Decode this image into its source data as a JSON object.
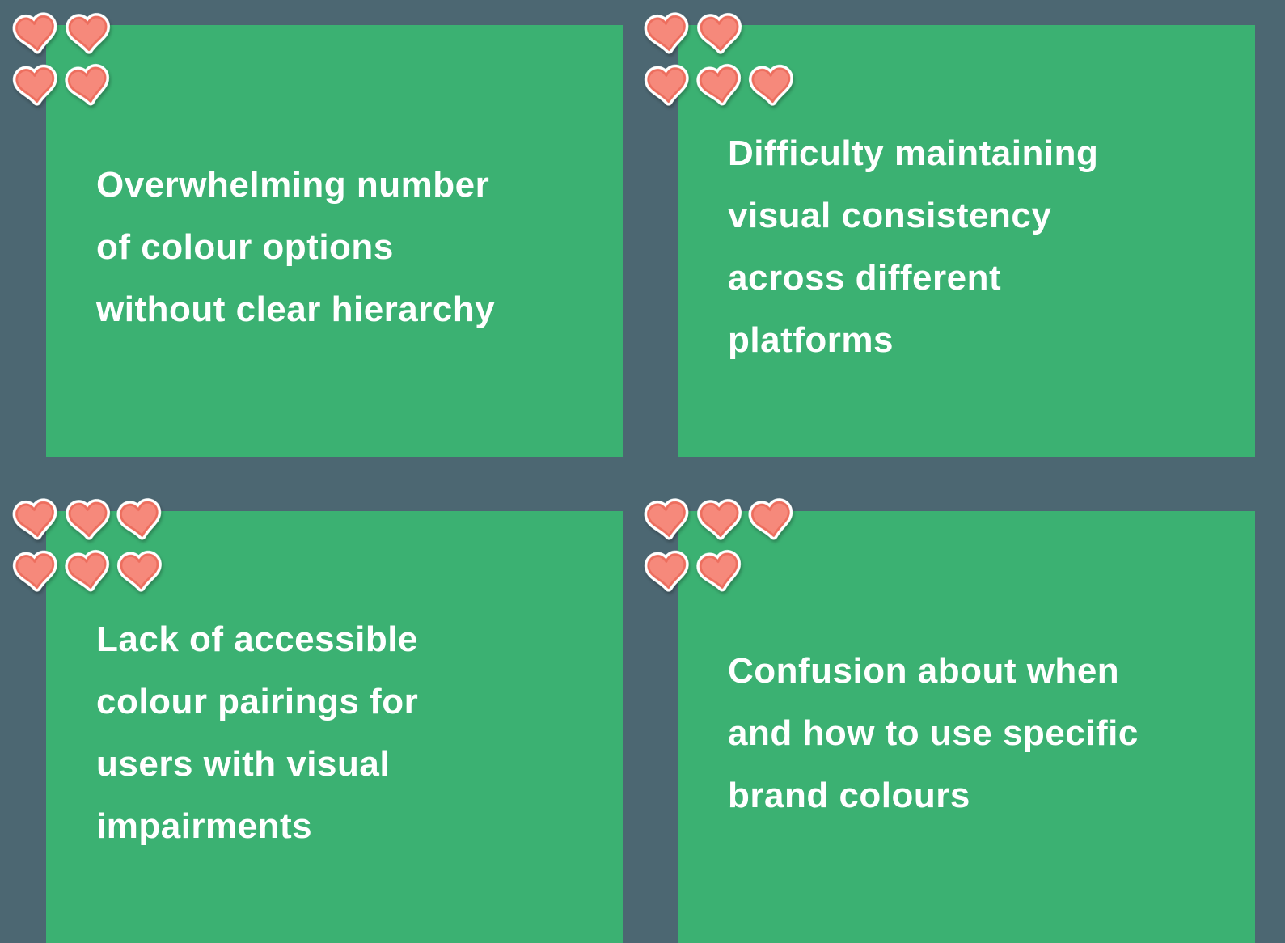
{
  "board": {
    "background_color": "#4C6772",
    "card_color": "#3BB172",
    "text_color": "#FFFFFF"
  },
  "heart_icon": {
    "name": "heart-icon",
    "fill": "#F6897B",
    "rim": "#ED6E5E",
    "border": "#FFFFFF"
  },
  "cards": [
    {
      "text": "Overwhelming number of colour options without clear hierarchy",
      "lines": [
        "Overwhelming number",
        "of colour options",
        "without clear hierarchy"
      ],
      "heart_count": 4,
      "heart_rows": [
        2,
        2
      ]
    },
    {
      "text": "Difficulty maintaining visual consistency across different platforms",
      "lines": [
        "Difficulty maintaining",
        "visual consistency",
        "across different",
        "platforms"
      ],
      "heart_count": 5,
      "heart_rows": [
        2,
        3
      ]
    },
    {
      "text": "Lack of accessible colour pairings for users with visual impairments",
      "lines": [
        "Lack of accessible",
        "colour pairings for",
        "users with visual",
        "impairments"
      ],
      "heart_count": 6,
      "heart_rows": [
        3,
        3
      ]
    },
    {
      "text": "Confusion about when and how to use specific brand colours",
      "lines": [
        "Confusion about when",
        "and how to use specific",
        "brand colours"
      ],
      "heart_count": 5,
      "heart_rows": [
        3,
        2
      ]
    }
  ]
}
